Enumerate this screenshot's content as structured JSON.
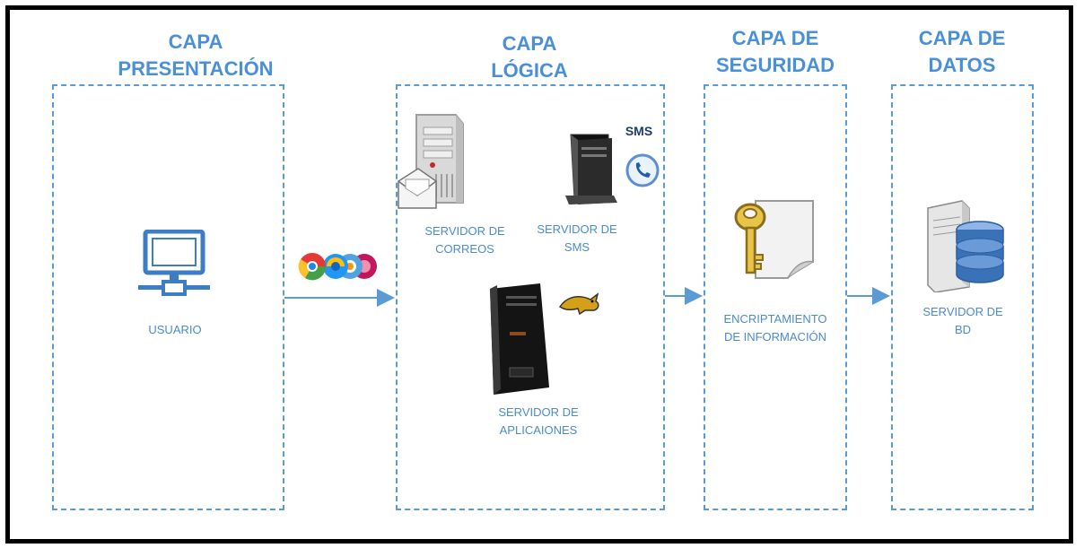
{
  "layers": {
    "presentation": {
      "title_line1": "CAPA",
      "title_line2": "PRESENTACIÓN"
    },
    "logic": {
      "title_line1": "CAPA",
      "title_line2": "LÓGICA"
    },
    "security": {
      "title_line1": "CAPA DE",
      "title_line2": "SEGURIDAD"
    },
    "data": {
      "title_line1": "CAPA DE",
      "title_line2": "DATOS"
    }
  },
  "nodes": {
    "usuario": {
      "label": "USUARIO",
      "icon": "computer-network-icon"
    },
    "mail_server": {
      "line1": "SERVIDOR DE",
      "line2": "CORREOS",
      "icon": "mail-server-icon"
    },
    "sms_server": {
      "line1": "SERVIDOR DE",
      "line2": "SMS",
      "icon": "sms-server-icon",
      "badge": "SMS"
    },
    "app_server": {
      "line1": "SERVIDOR DE",
      "line2": "APLICAIONES",
      "icon": "app-server-icon"
    },
    "encryption": {
      "line1": "ENCRIPTAMIENTO",
      "line2": "DE INFORMACIÓN",
      "icon": "key-document-icon"
    },
    "db_server": {
      "line1": "SERVIDOR DE",
      "line2": "BD",
      "icon": "database-server-icon"
    }
  },
  "connectors": [
    "browser-logos-icon",
    "arrow-presentation-to-logic",
    "arrow-logic-to-security",
    "arrow-security-to-data"
  ],
  "colors": {
    "accent": "#4a90d9",
    "dashed_border": "#5b9bd5",
    "frame": "#000000"
  }
}
